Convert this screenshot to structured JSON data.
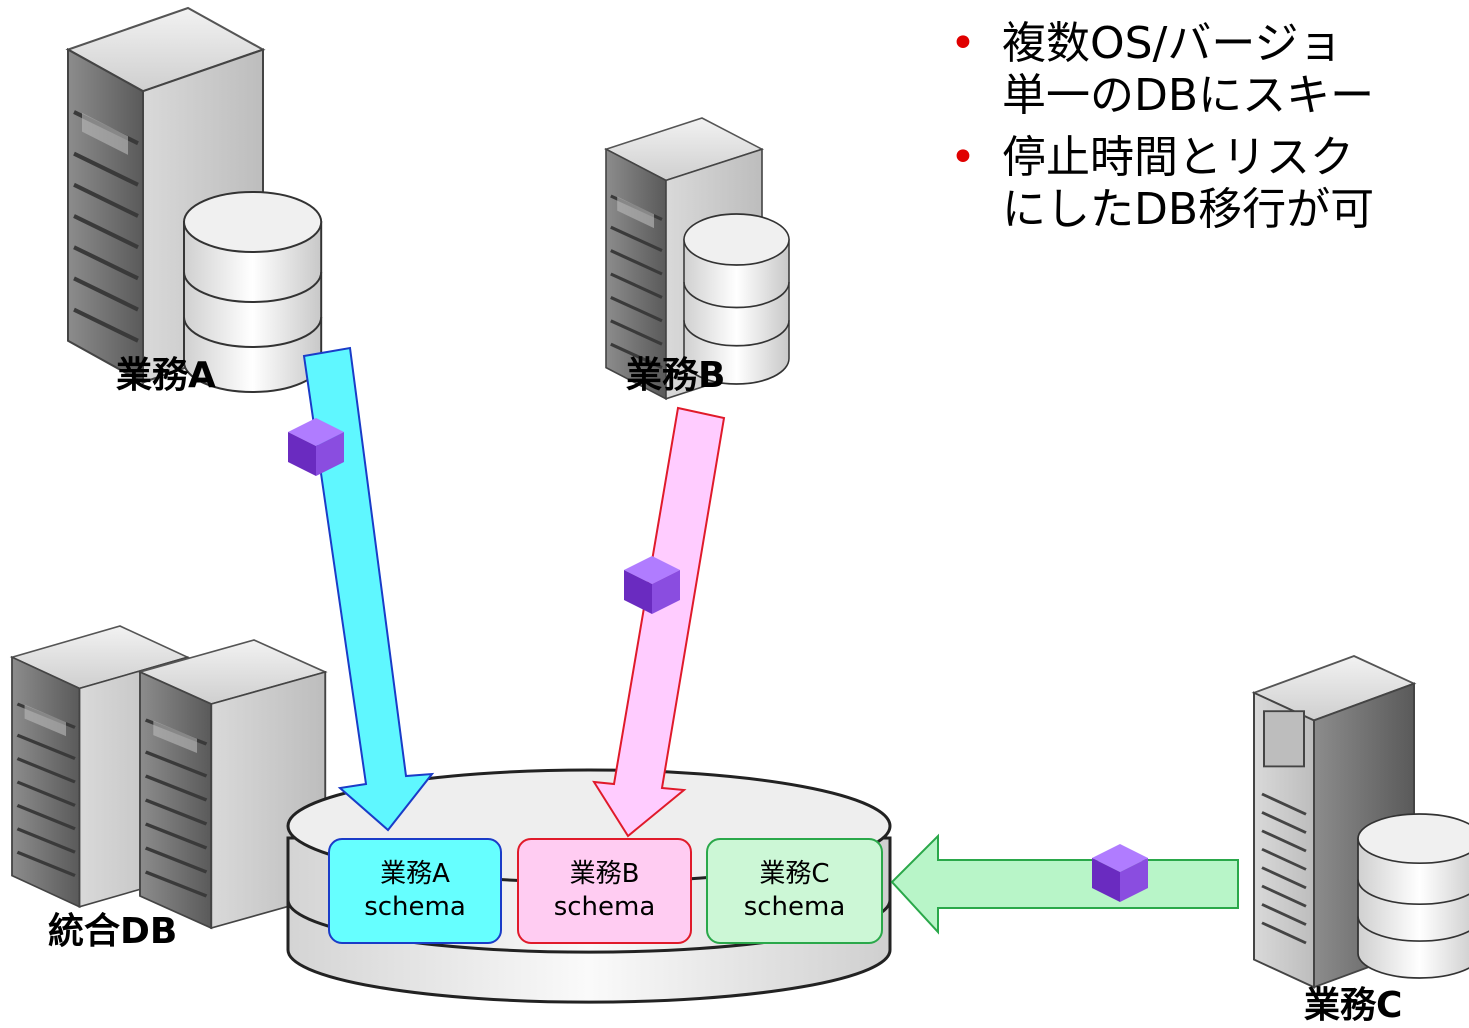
{
  "bullets": [
    {
      "lines": [
        "複数OS/バージョ",
        "単一のDBにスキー"
      ]
    },
    {
      "lines": [
        "停止時間とリスク",
        "にしたDB移行が可"
      ]
    }
  ],
  "servers": {
    "a": {
      "label": "業務A"
    },
    "b": {
      "label": "業務B"
    },
    "c": {
      "label": "業務C"
    },
    "integrated": {
      "label": "統合DB"
    }
  },
  "schemas": [
    {
      "name": "業務A",
      "sub": "schema",
      "fill": "#66ffff",
      "border": "#1a3cc8"
    },
    {
      "name": "業務B",
      "sub": "schema",
      "fill": "#ffccf2",
      "border": "#e01a2a"
    },
    {
      "name": "業務C",
      "sub": "schema",
      "fill": "#ccf7d6",
      "border": "#2aa84a"
    }
  ],
  "colors": {
    "arrow_a": "#5ff7ff",
    "arrow_b": "#ffccff",
    "arrow_c": "#b8f5c8",
    "bullet_dot": "#e00000",
    "data_cube": "#8a4de0"
  }
}
